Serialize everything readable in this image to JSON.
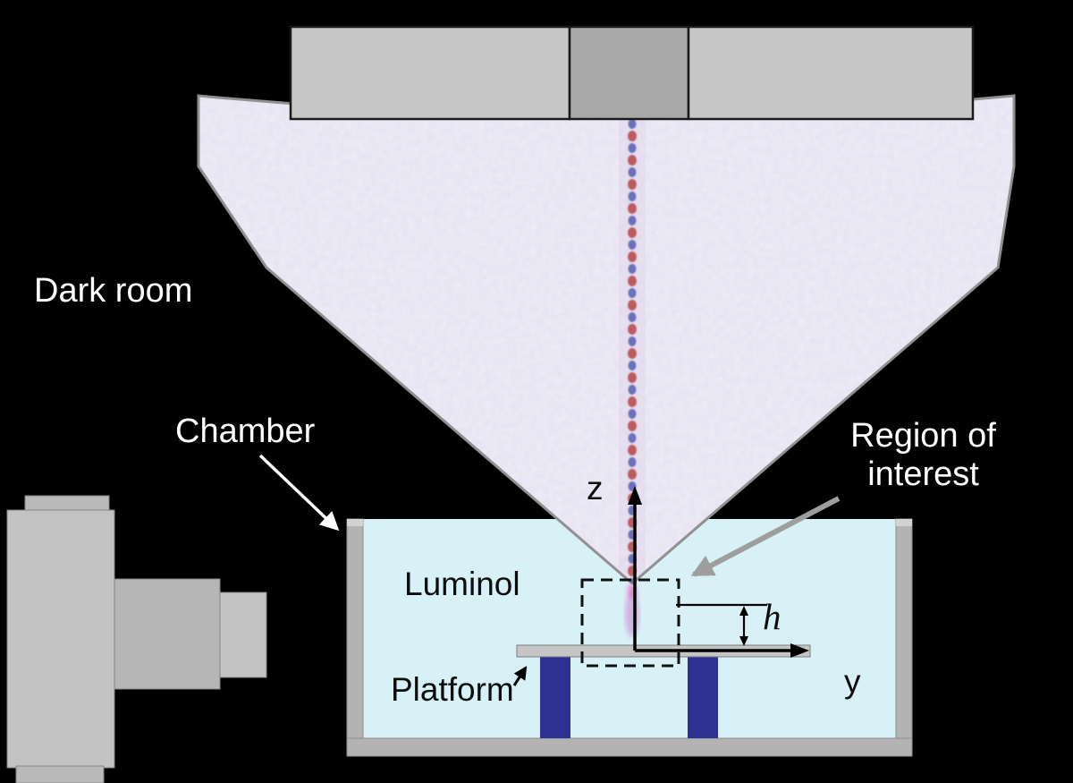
{
  "figure": {
    "labels": {
      "dark_room": "Dark room",
      "chamber": "Chamber",
      "region_of_interest": "Region of\ninterest",
      "luminol": "Luminol",
      "platform": "Platform",
      "axis_z": "z",
      "axis_y": "y",
      "height_h": "h"
    },
    "colors": {
      "background": "#000000",
      "liquid": "#d8f1f6",
      "cone_fill": "#efedf7",
      "transducer_gray": "#c6c6c6",
      "transducer_dark": "#a8a8a8",
      "support_blue": "#2e3192",
      "wave_red": "#b13434",
      "wave_blue": "#3747a5",
      "arrow_gray": "#9e9e9e"
    }
  }
}
